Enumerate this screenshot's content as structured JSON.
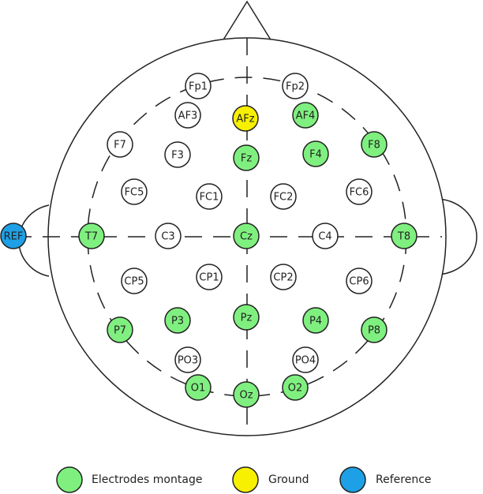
{
  "colors": {
    "montage": "#7ff07f",
    "ground": "#f7f000",
    "reference": "#1ea0e6",
    "inactive": "#ffffff",
    "stroke": "#222222"
  },
  "electrodes": [
    {
      "label": "Fp1",
      "role": "inactive"
    },
    {
      "label": "Fp2",
      "role": "inactive"
    },
    {
      "label": "AF3",
      "role": "inactive"
    },
    {
      "label": "AFz",
      "role": "ground"
    },
    {
      "label": "AF4",
      "role": "montage"
    },
    {
      "label": "F7",
      "role": "inactive"
    },
    {
      "label": "F3",
      "role": "inactive"
    },
    {
      "label": "Fz",
      "role": "montage"
    },
    {
      "label": "F4",
      "role": "montage"
    },
    {
      "label": "F8",
      "role": "montage"
    },
    {
      "label": "FC5",
      "role": "inactive"
    },
    {
      "label": "FC1",
      "role": "inactive"
    },
    {
      "label": "FC2",
      "role": "inactive"
    },
    {
      "label": "FC6",
      "role": "inactive"
    },
    {
      "label": "REF",
      "role": "reference"
    },
    {
      "label": "T7",
      "role": "montage"
    },
    {
      "label": "C3",
      "role": "inactive"
    },
    {
      "label": "Cz",
      "role": "montage"
    },
    {
      "label": "C4",
      "role": "inactive"
    },
    {
      "label": "T8",
      "role": "montage"
    },
    {
      "label": "CP5",
      "role": "inactive"
    },
    {
      "label": "CP1",
      "role": "inactive"
    },
    {
      "label": "CP2",
      "role": "inactive"
    },
    {
      "label": "CP6",
      "role": "inactive"
    },
    {
      "label": "P7",
      "role": "montage"
    },
    {
      "label": "P3",
      "role": "montage"
    },
    {
      "label": "Pz",
      "role": "montage"
    },
    {
      "label": "P4",
      "role": "montage"
    },
    {
      "label": "P8",
      "role": "montage"
    },
    {
      "label": "PO3",
      "role": "inactive"
    },
    {
      "label": "PO4",
      "role": "inactive"
    },
    {
      "label": "O1",
      "role": "montage"
    },
    {
      "label": "Oz",
      "role": "montage"
    },
    {
      "label": "O2",
      "role": "montage"
    }
  ],
  "legend": {
    "montage_label": "Electrodes montage",
    "ground_label": "Ground",
    "reference_label": "Reference"
  }
}
